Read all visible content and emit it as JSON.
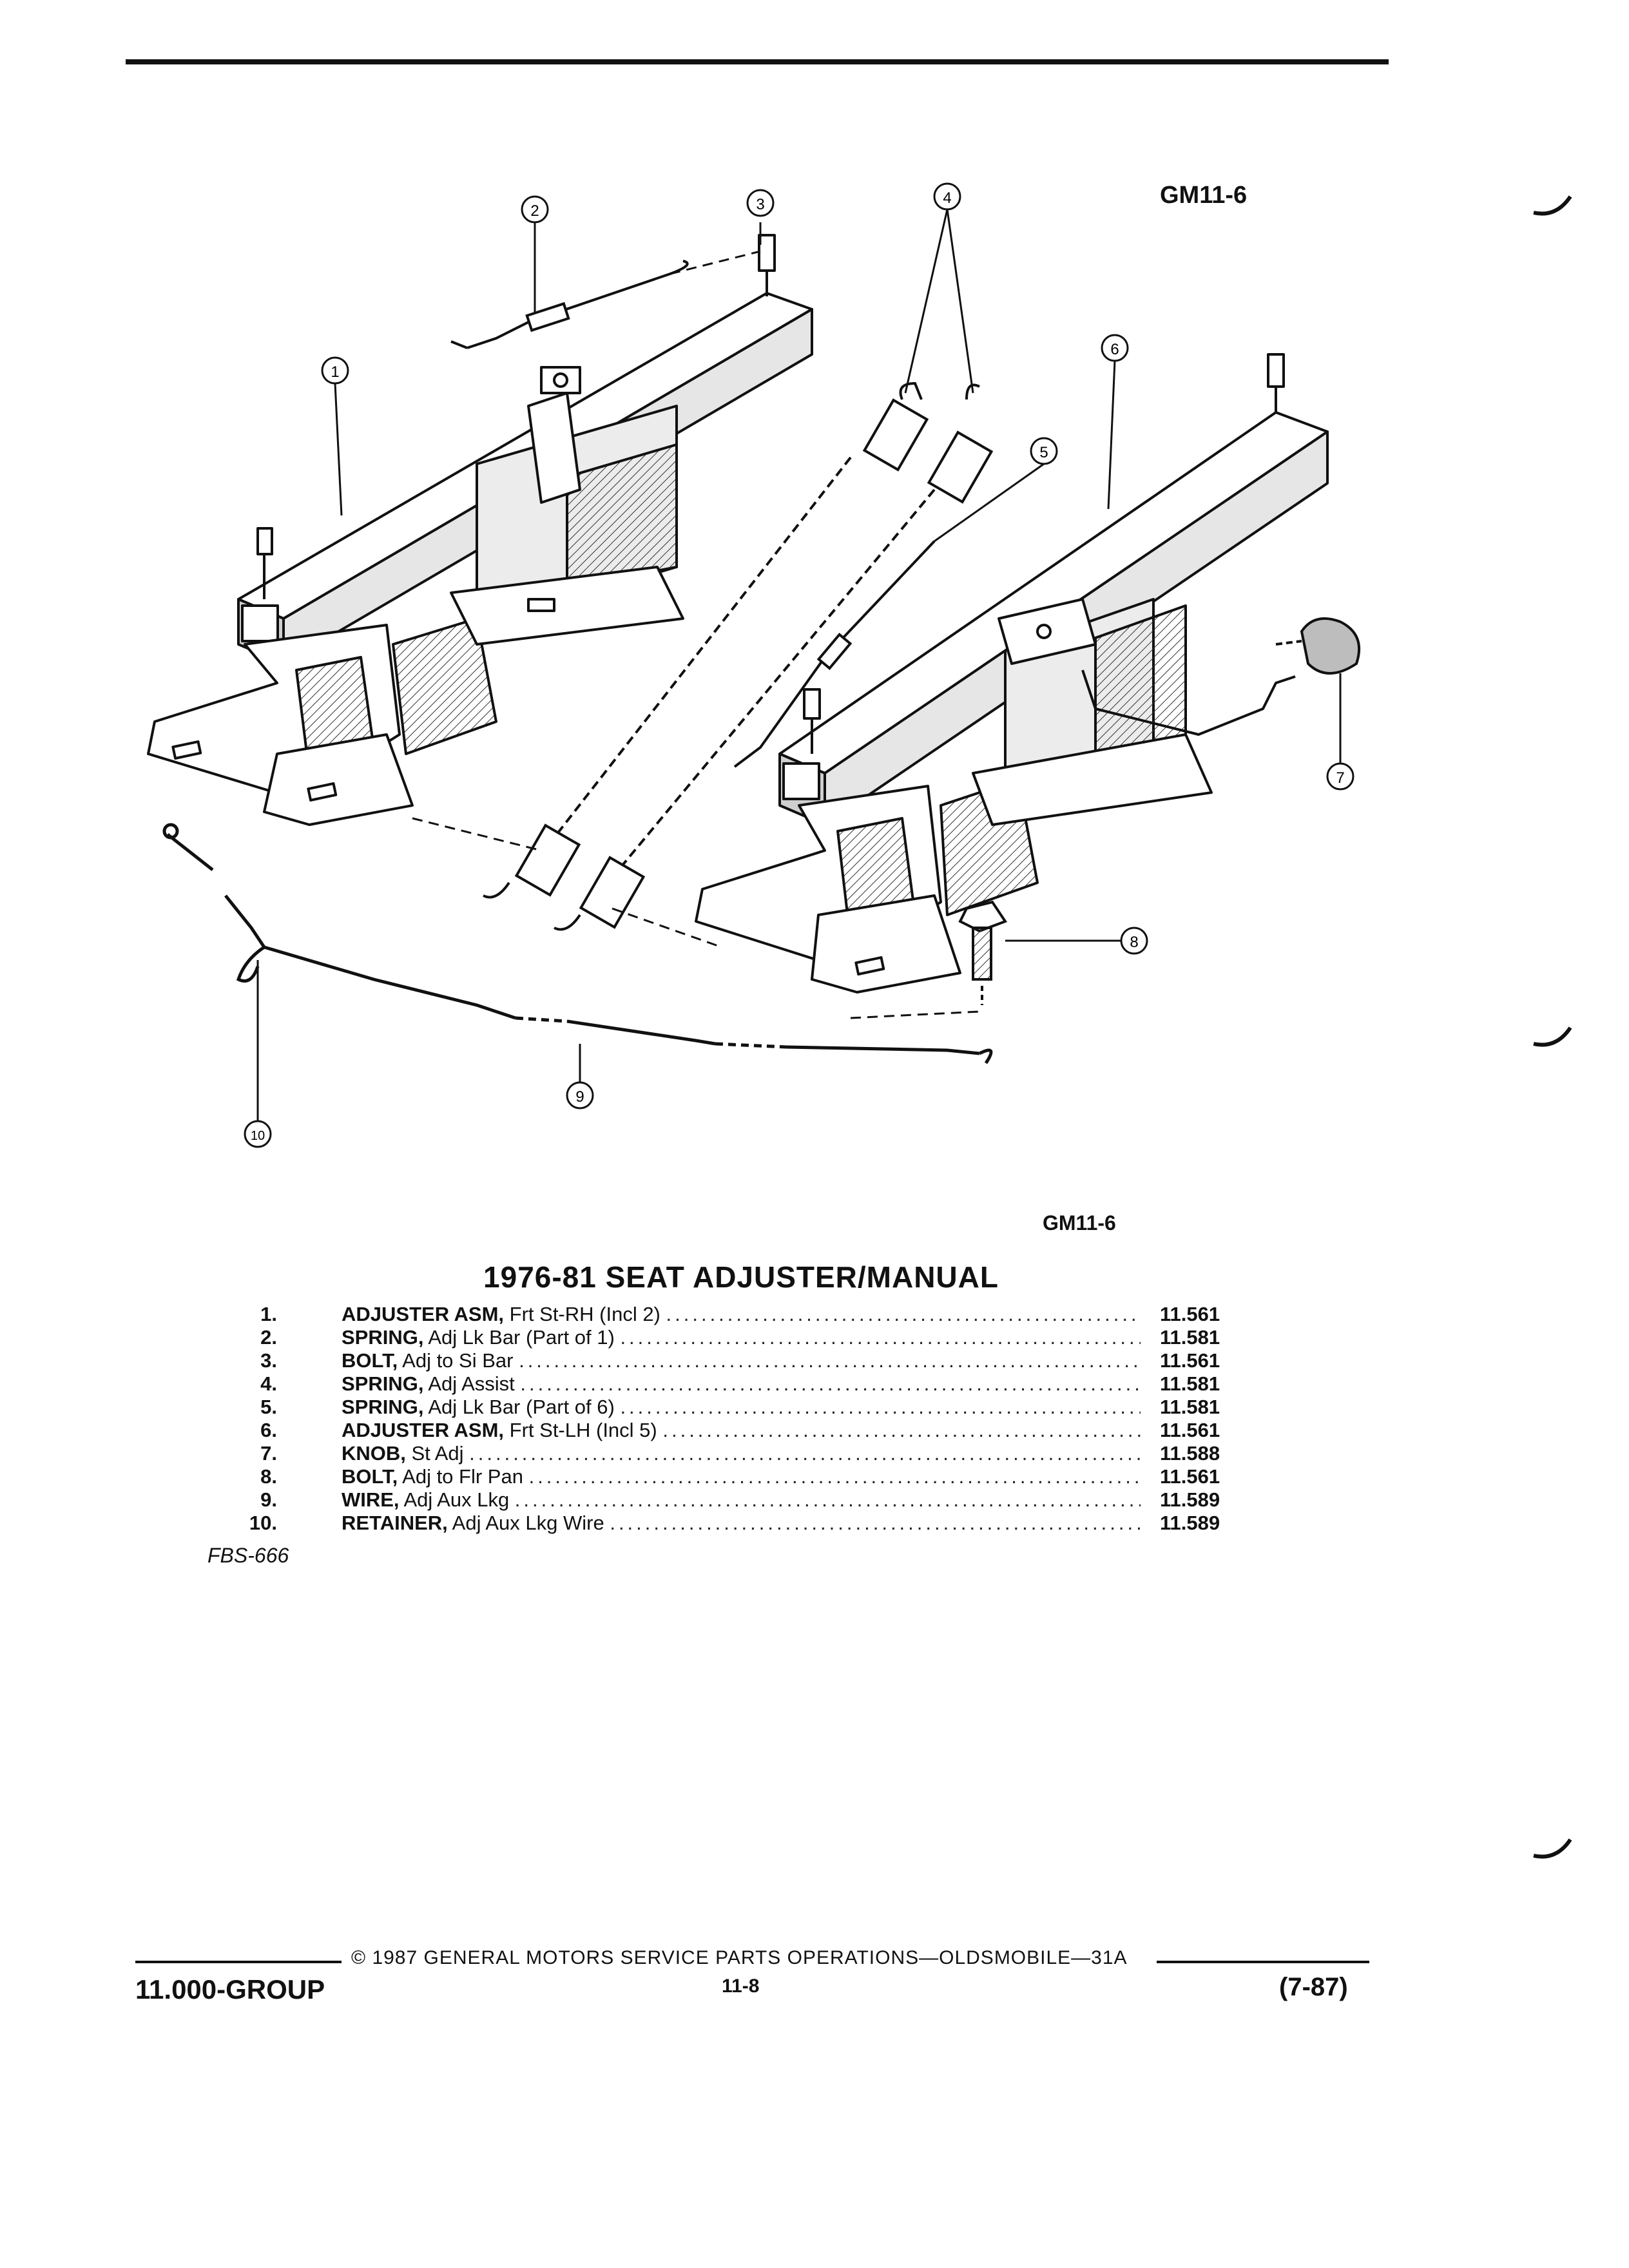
{
  "figure_code_top": "GM11-6",
  "figure_code_bottom": "GM11-6",
  "section_title": "1976-81 SEAT ADJUSTER/MANUAL",
  "callouts": [
    "1",
    "2",
    "3",
    "4",
    "5",
    "6",
    "7",
    "8",
    "9",
    "10"
  ],
  "parts": [
    {
      "num": "1.",
      "name": "ADJUSTER ASM,",
      "detail": " Frt St-RH (Incl 2) ",
      "code": "11.561"
    },
    {
      "num": "2.",
      "name": "SPRING,",
      "detail": " Adj Lk Bar (Part of 1) ",
      "code": "11.581"
    },
    {
      "num": "3.",
      "name": "BOLT,",
      "detail": " Adj to Si Bar ",
      "code": "11.561"
    },
    {
      "num": "4.",
      "name": "SPRING,",
      "detail": " Adj Assist ",
      "code": "11.581"
    },
    {
      "num": "5.",
      "name": "SPRING,",
      "detail": " Adj Lk Bar (Part of 6) ",
      "code": "11.581"
    },
    {
      "num": "6.",
      "name": "ADJUSTER ASM,",
      "detail": " Frt St-LH (Incl 5) ",
      "code": "11.561"
    },
    {
      "num": "7.",
      "name": "KNOB,",
      "detail": " St Adj ",
      "code": "11.588"
    },
    {
      "num": "8.",
      "name": "BOLT,",
      "detail": " Adj to Flr Pan ",
      "code": "11.561"
    },
    {
      "num": "9.",
      "name": "WIRE,",
      "detail": " Adj Aux Lkg ",
      "code": "11.589"
    },
    {
      "num": "10.",
      "name": "RETAINER,",
      "detail": " Adj Aux Lkg Wire ",
      "code": "11.589"
    }
  ],
  "fbs_code": "FBS-666",
  "footer": {
    "copyright": "© 1987 GENERAL MOTORS SERVICE PARTS OPERATIONS—OLDSMOBILE—31A",
    "group": "11.000-GROUP",
    "page": "11-8",
    "date": "(7-87)"
  },
  "colors": {
    "ink": "#111111",
    "paper": "#ffffff",
    "shade": "#bdbdbd"
  }
}
